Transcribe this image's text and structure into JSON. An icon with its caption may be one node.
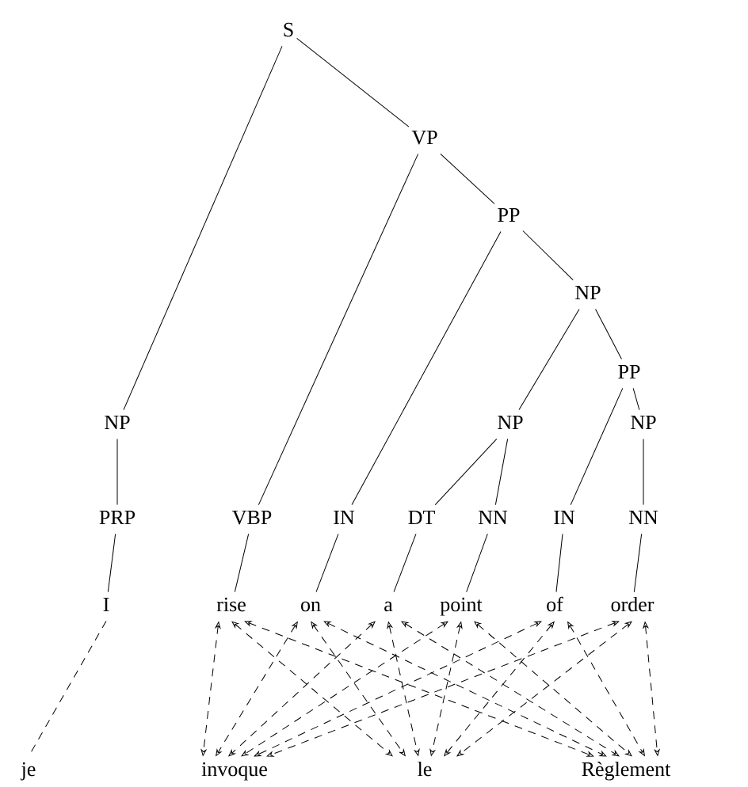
{
  "diagram": {
    "nodes": [
      {
        "text": [
          "S"
        ]
      },
      {
        "text": [
          "VP"
        ]
      },
      {
        "text": [
          "PP"
        ]
      },
      {
        "text": [
          "NP"
        ]
      },
      {
        "text": [
          "PP"
        ]
      },
      {
        "text": [
          "NP"
        ]
      },
      {
        "text": [
          "NP"
        ]
      },
      {
        "text": [
          "NP"
        ]
      },
      {
        "text": [
          "PRP"
        ]
      },
      {
        "text": [
          "VBP"
        ]
      },
      {
        "text": [
          "IN"
        ]
      },
      {
        "text": [
          "DT"
        ]
      },
      {
        "text": [
          "NN"
        ]
      },
      {
        "text": [
          "IN"
        ]
      },
      {
        "text": [
          "NN"
        ]
      },
      {
        "text": [
          "I"
        ]
      },
      {
        "text": [
          "rise"
        ]
      },
      {
        "text": [
          "on"
        ]
      },
      {
        "text": [
          "a"
        ]
      },
      {
        "text": [
          "point"
        ]
      },
      {
        "text": [
          "of"
        ]
      },
      {
        "text": [
          "order"
        ]
      },
      {
        "text": [
          "je"
        ]
      },
      {
        "text": [
          "invoque"
        ]
      },
      {
        "text": [
          "le"
        ]
      },
      {
        "text": [
          "Règlement"
        ]
      }
    ],
    "edges": [
      {
        "from": 0,
        "to": 5,
        "arrow": "none"
      },
      {
        "from": 0,
        "to": 1,
        "arrow": "none"
      },
      {
        "from": 1,
        "to": 9,
        "arrow": "none"
      },
      {
        "from": 1,
        "to": 2,
        "arrow": "none"
      },
      {
        "from": 2,
        "to": 10,
        "arrow": "none"
      },
      {
        "from": 2,
        "to": 3,
        "arrow": "none"
      },
      {
        "from": 3,
        "to": 6,
        "arrow": "none"
      },
      {
        "from": 3,
        "to": 4,
        "arrow": "none"
      },
      {
        "from": 4,
        "to": 13,
        "arrow": "none"
      },
      {
        "from": 4,
        "to": 7,
        "arrow": "none"
      },
      {
        "from": 6,
        "to": 11,
        "arrow": "none"
      },
      {
        "from": 6,
        "to": 12,
        "arrow": "none"
      },
      {
        "from": 7,
        "to": 14,
        "arrow": "none"
      },
      {
        "from": 5,
        "to": 8,
        "arrow": "none"
      },
      {
        "from": 8,
        "to": 15,
        "arrow": "none"
      },
      {
        "from": 9,
        "to": 16,
        "arrow": "none"
      },
      {
        "from": 10,
        "to": 17,
        "arrow": "none"
      },
      {
        "from": 11,
        "to": 18,
        "arrow": "none"
      },
      {
        "from": 12,
        "to": 19,
        "arrow": "none"
      },
      {
        "from": 13,
        "to": 20,
        "arrow": "none"
      },
      {
        "from": 14,
        "to": 21,
        "arrow": "none"
      },
      {
        "from": 15,
        "to": 22,
        "arrow": "none",
        "style": "dashed"
      },
      {
        "from": 16,
        "to": 23,
        "arrow": "both",
        "style": "dashed"
      },
      {
        "from": 16,
        "to": 24,
        "arrow": "both",
        "style": "dashed"
      },
      {
        "from": 16,
        "to": 25,
        "arrow": "both",
        "style": "dashed"
      },
      {
        "from": 17,
        "to": 23,
        "arrow": "both",
        "style": "dashed"
      },
      {
        "from": 17,
        "to": 24,
        "arrow": "both",
        "style": "dashed"
      },
      {
        "from": 17,
        "to": 25,
        "arrow": "both",
        "style": "dashed"
      },
      {
        "from": 18,
        "to": 23,
        "arrow": "both",
        "style": "dashed"
      },
      {
        "from": 18,
        "to": 24,
        "arrow": "both",
        "style": "dashed"
      },
      {
        "from": 18,
        "to": 25,
        "arrow": "both",
        "style": "dashed"
      },
      {
        "from": 19,
        "to": 23,
        "arrow": "both",
        "style": "dashed"
      },
      {
        "from": 19,
        "to": 24,
        "arrow": "both",
        "style": "dashed"
      },
      {
        "from": 19,
        "to": 25,
        "arrow": "both",
        "style": "dashed"
      },
      {
        "from": 20,
        "to": 23,
        "arrow": "both",
        "style": "dashed"
      },
      {
        "from": 20,
        "to": 24,
        "arrow": "both",
        "style": "dashed"
      },
      {
        "from": 20,
        "to": 25,
        "arrow": "both",
        "style": "dashed"
      },
      {
        "from": 21,
        "to": 23,
        "arrow": "both",
        "style": "dashed"
      },
      {
        "from": 21,
        "to": 24,
        "arrow": "both",
        "style": "dashed"
      },
      {
        "from": 21,
        "to": 25,
        "arrow": "both",
        "style": "dashed"
      }
    ]
  }
}
